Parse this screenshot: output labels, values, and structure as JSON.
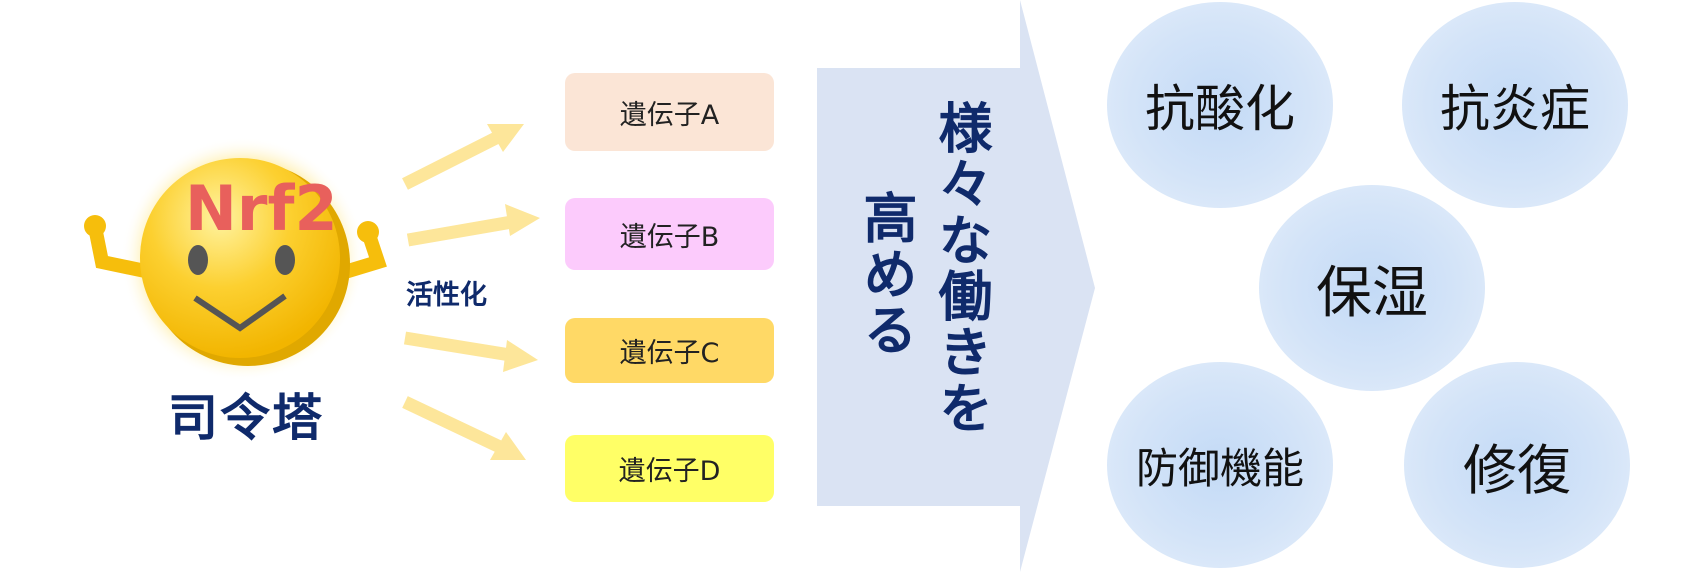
{
  "character": {
    "logo_text": "Nrf2",
    "caption": "司令塔"
  },
  "activation_label": "活性化",
  "genes": [
    {
      "label": "遺伝子A",
      "color": "#fbe5d6"
    },
    {
      "label": "遺伝子B",
      "color": "#fccbfc"
    },
    {
      "label": "遺伝子C",
      "color": "#ffd966"
    },
    {
      "label": "遺伝子D",
      "color": "#ffff66"
    }
  ],
  "big_arrow": {
    "line1": "様々な働きを",
    "line2": "高める",
    "color": "#dae3f3"
  },
  "effects": [
    "抗酸化",
    "抗炎症",
    "保湿",
    "防御機能",
    "修復"
  ]
}
